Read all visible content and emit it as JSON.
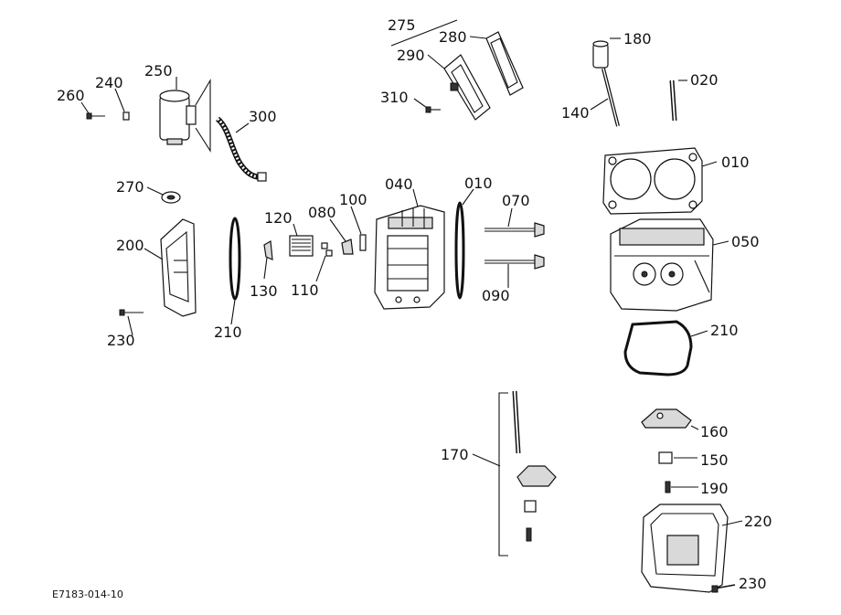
{
  "diagram_code": "E7183-014-10",
  "labels": {
    "p010a": "010",
    "p010b": "010",
    "p020": "020",
    "p040": "040",
    "p050": "050",
    "p070": "070",
    "p080": "080",
    "p090": "090",
    "p100": "100",
    "p110": "110",
    "p120": "120",
    "p130": "130",
    "p140": "140",
    "p150": "150",
    "p160": "160",
    "p170": "170",
    "p180": "180",
    "p190": "190",
    "p200": "200",
    "p210a": "210",
    "p210b": "210",
    "p220": "220",
    "p230a": "230",
    "p230b": "230",
    "p240": "240",
    "p250": "250",
    "p260": "260",
    "p270": "270",
    "p275": "275",
    "p280": "280",
    "p290": "290",
    "p300": "300",
    "p310": "310"
  }
}
